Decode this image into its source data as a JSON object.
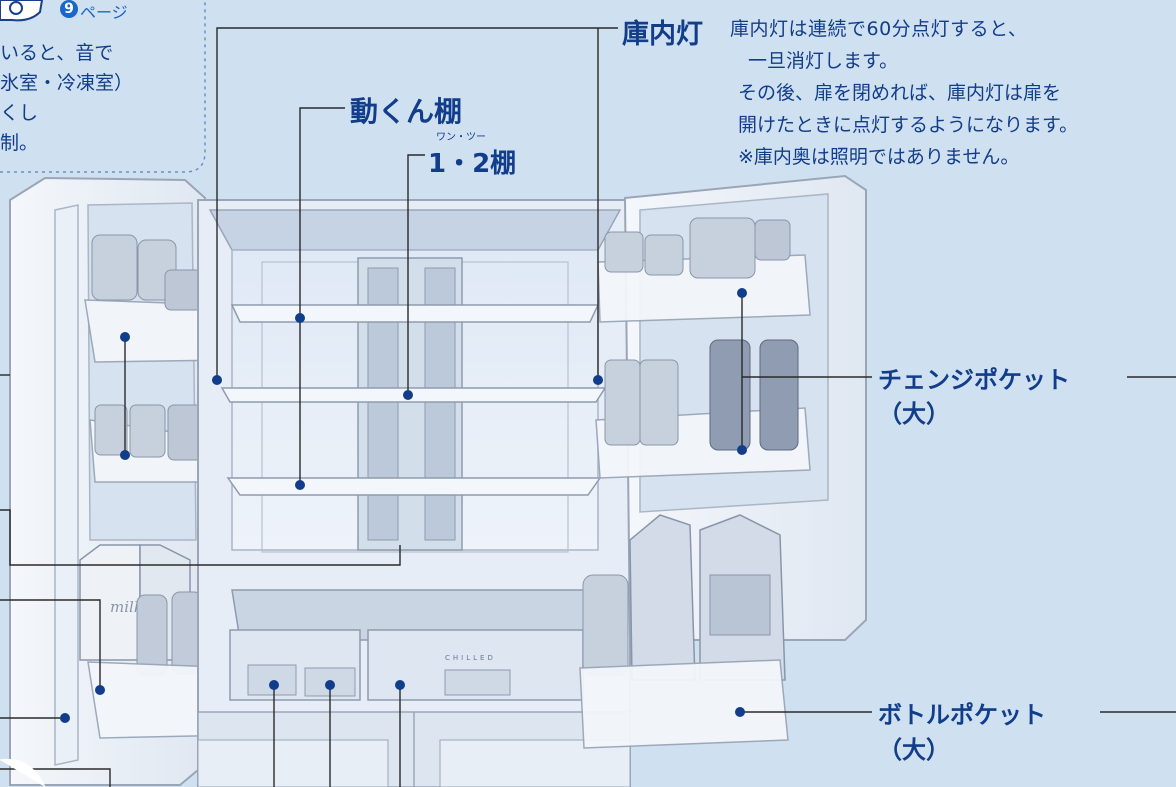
{
  "top_left_note": {
    "page_badge_number": "9",
    "page_suffix": "ページ",
    "lines": [
      "いると、音で",
      "氷室・冷凍室）",
      "くし",
      "制。"
    ]
  },
  "interior_light": {
    "title": "庫内灯",
    "lines": [
      "庫内灯は連続で60分点灯すると、",
      "一旦消灯します。",
      "その後、扉を閉めれば、庫内灯は扉を",
      "開けたときに点灯するようになります。",
      "※庫内奥は照明ではありません。"
    ]
  },
  "movable_shelf": {
    "label": "動くん棚"
  },
  "shelf_12": {
    "ruby": "ワン・ツー",
    "label": "1・2棚"
  },
  "change_pocket": {
    "line1": "チェンジポケット",
    "line2": "（大）"
  },
  "bottle_pocket": {
    "line1": "ボトルポケット",
    "line2": "（大）"
  },
  "case_text": "CHILLED",
  "milk_text": "milk",
  "colors": {
    "background": "#cfe0f1",
    "label_text": "#123d8a",
    "badge": "#1a66c9",
    "line": "#2a2a2a",
    "fridge_outline": "#9aa6b8"
  },
  "icons": [
    "hand-pointer-icon",
    "page-badge-icon"
  ]
}
